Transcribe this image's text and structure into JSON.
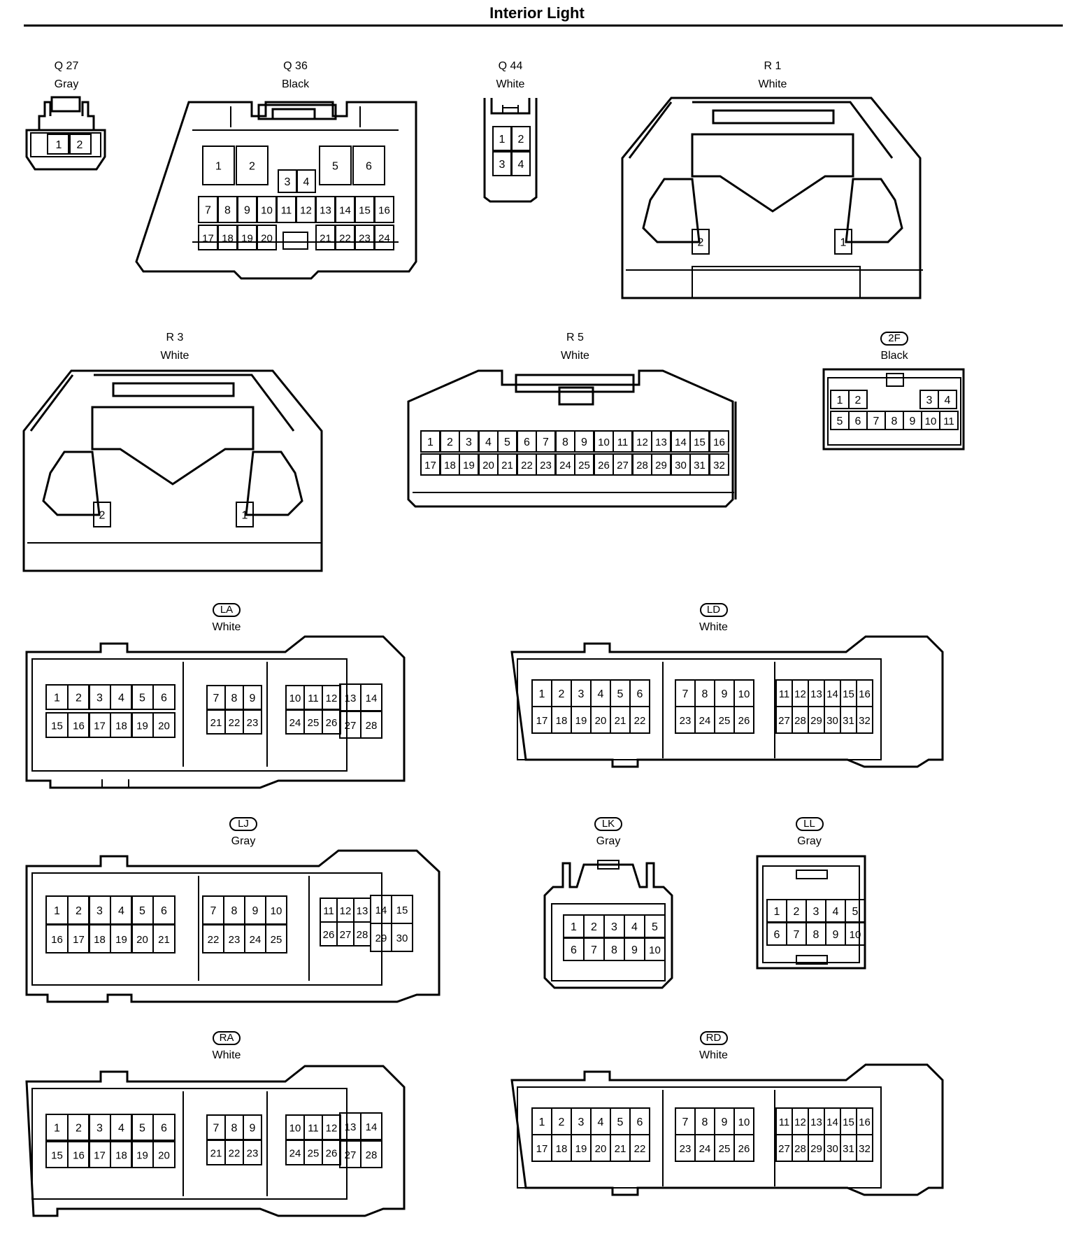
{
  "title": "Interior Light",
  "connectors": {
    "q27": {
      "id": "Q 27",
      "color": "Gray",
      "pins": [
        "1",
        "2"
      ]
    },
    "q36": {
      "id": "Q 36",
      "color": "Black",
      "pins": [
        "1",
        "2",
        "3",
        "4",
        "5",
        "6",
        "7",
        "8",
        "9",
        "10",
        "11",
        "12",
        "13",
        "14",
        "15",
        "16",
        "17",
        "18",
        "19",
        "20",
        "21",
        "22",
        "23",
        "24"
      ]
    },
    "q44": {
      "id": "Q 44",
      "color": "White",
      "pins": [
        "1",
        "2",
        "3",
        "4"
      ]
    },
    "r1": {
      "id": "R 1",
      "color": "White",
      "pins": [
        "2",
        "1"
      ]
    },
    "r3": {
      "id": "R 3",
      "color": "White",
      "pins": [
        "2",
        "1"
      ]
    },
    "r5": {
      "id": "R 5",
      "color": "White",
      "pins": [
        "1",
        "2",
        "3",
        "4",
        "5",
        "6",
        "7",
        "8",
        "9",
        "10",
        "11",
        "12",
        "13",
        "14",
        "15",
        "16",
        "17",
        "18",
        "19",
        "20",
        "21",
        "22",
        "23",
        "24",
        "25",
        "26",
        "27",
        "28",
        "29",
        "30",
        "31",
        "32"
      ]
    },
    "f2": {
      "id": "2F",
      "color": "Black",
      "pins": [
        "1",
        "2",
        "3",
        "4",
        "5",
        "6",
        "7",
        "8",
        "9",
        "10",
        "11"
      ]
    },
    "la": {
      "id": "LA",
      "color": "White",
      "pins": [
        "1",
        "2",
        "3",
        "4",
        "5",
        "6",
        "15",
        "16",
        "17",
        "18",
        "19",
        "20",
        "7",
        "8",
        "9",
        "21",
        "22",
        "23",
        "10",
        "11",
        "12",
        "13",
        "14",
        "24",
        "25",
        "26",
        "27",
        "28"
      ]
    },
    "ld": {
      "id": "LD",
      "color": "White",
      "pins": [
        "1",
        "2",
        "3",
        "4",
        "5",
        "6",
        "17",
        "18",
        "19",
        "20",
        "21",
        "22",
        "7",
        "8",
        "9",
        "10",
        "23",
        "24",
        "25",
        "26",
        "11",
        "12",
        "13",
        "14",
        "15",
        "16",
        "27",
        "28",
        "29",
        "30",
        "31",
        "32"
      ]
    },
    "lj": {
      "id": "LJ",
      "color": "Gray",
      "pins": [
        "1",
        "2",
        "3",
        "4",
        "5",
        "6",
        "16",
        "17",
        "18",
        "19",
        "20",
        "21",
        "7",
        "8",
        "9",
        "10",
        "22",
        "23",
        "24",
        "25",
        "11",
        "12",
        "13",
        "14",
        "15",
        "26",
        "27",
        "28",
        "29",
        "30"
      ]
    },
    "lk": {
      "id": "LK",
      "color": "Gray",
      "pins": [
        "1",
        "2",
        "3",
        "4",
        "5",
        "6",
        "7",
        "8",
        "9",
        "10"
      ]
    },
    "ll": {
      "id": "LL",
      "color": "Gray",
      "pins": [
        "1",
        "2",
        "3",
        "4",
        "5",
        "6",
        "7",
        "8",
        "9",
        "10"
      ]
    },
    "ra": {
      "id": "RA",
      "color": "White",
      "pins": [
        "1",
        "2",
        "3",
        "4",
        "5",
        "6",
        "15",
        "16",
        "17",
        "18",
        "19",
        "20",
        "7",
        "8",
        "9",
        "21",
        "22",
        "23",
        "10",
        "11",
        "12",
        "13",
        "14",
        "24",
        "25",
        "26",
        "27",
        "28"
      ]
    },
    "rd": {
      "id": "RD",
      "color": "White",
      "pins": [
        "1",
        "2",
        "3",
        "4",
        "5",
        "6",
        "17",
        "18",
        "19",
        "20",
        "21",
        "22",
        "7",
        "8",
        "9",
        "10",
        "23",
        "24",
        "25",
        "26",
        "11",
        "12",
        "13",
        "14",
        "15",
        "16",
        "27",
        "28",
        "29",
        "30",
        "31",
        "32"
      ]
    }
  }
}
